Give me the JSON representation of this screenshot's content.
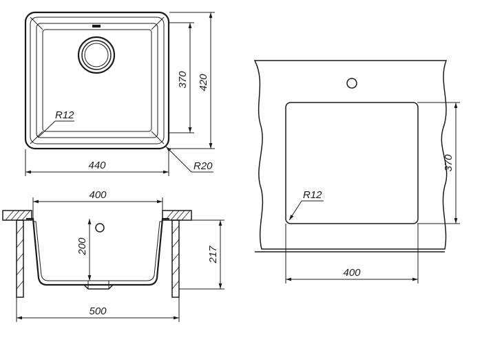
{
  "dimensions": {
    "top_view": {
      "inner_height": "370",
      "outer_height": "420",
      "width": "440",
      "inner_radius": "R12",
      "outer_radius": "R20"
    },
    "section_view": {
      "inner_width": "400",
      "depth": "200",
      "total_height": "217",
      "outer_width": "500"
    },
    "cutout_view": {
      "height": "370",
      "width": "400",
      "radius": "R12"
    }
  }
}
